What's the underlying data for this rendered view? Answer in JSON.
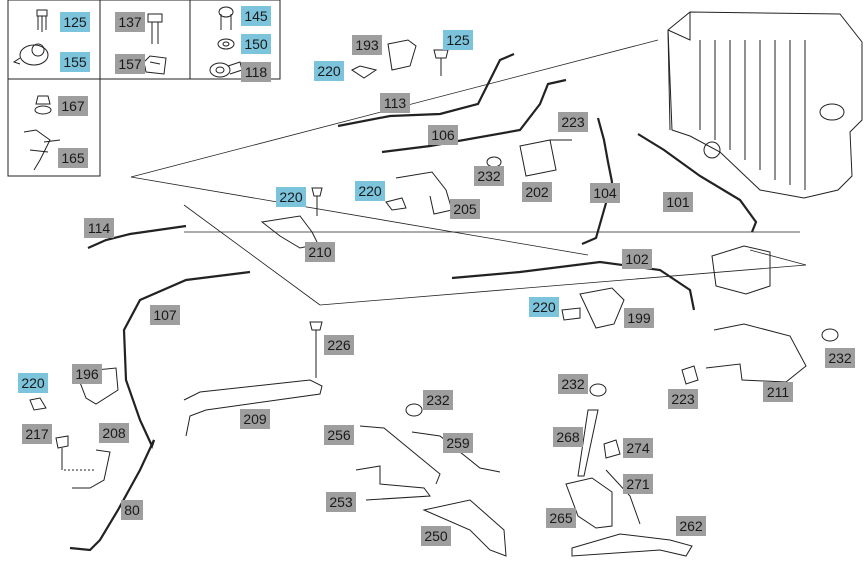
{
  "labels": {
    "l125a": "125",
    "l155": "155",
    "l137": "137",
    "l157": "157",
    "l145": "145",
    "l150": "150",
    "l118": "118",
    "l167": "167",
    "l165": "165",
    "l193": "193",
    "l125b": "125",
    "l220a": "220",
    "l113": "113",
    "l106": "106",
    "l223a": "223",
    "l232a": "232",
    "l202": "202",
    "l220b": "220",
    "l205": "205",
    "l220c": "220",
    "l210": "210",
    "l114": "114",
    "l104": "104",
    "l101": "101",
    "l102": "102",
    "l107": "107",
    "l220d": "220",
    "l199": "199",
    "l226": "226",
    "l220e": "220",
    "l196": "196",
    "l217": "217",
    "l208": "208",
    "l209": "209",
    "l232b": "232",
    "l256": "256",
    "l259": "259",
    "l253": "253",
    "l250": "250",
    "l80": "80",
    "l232c": "232",
    "l268": "268",
    "l274": "274",
    "l271": "271",
    "l265": "265",
    "l262": "262",
    "l223b": "223",
    "l211": "211",
    "l232d": "232"
  },
  "colors": {
    "highlight_label": "#7cc3dc",
    "standard_label": "#9e9e9e",
    "line_art": "#222222"
  }
}
